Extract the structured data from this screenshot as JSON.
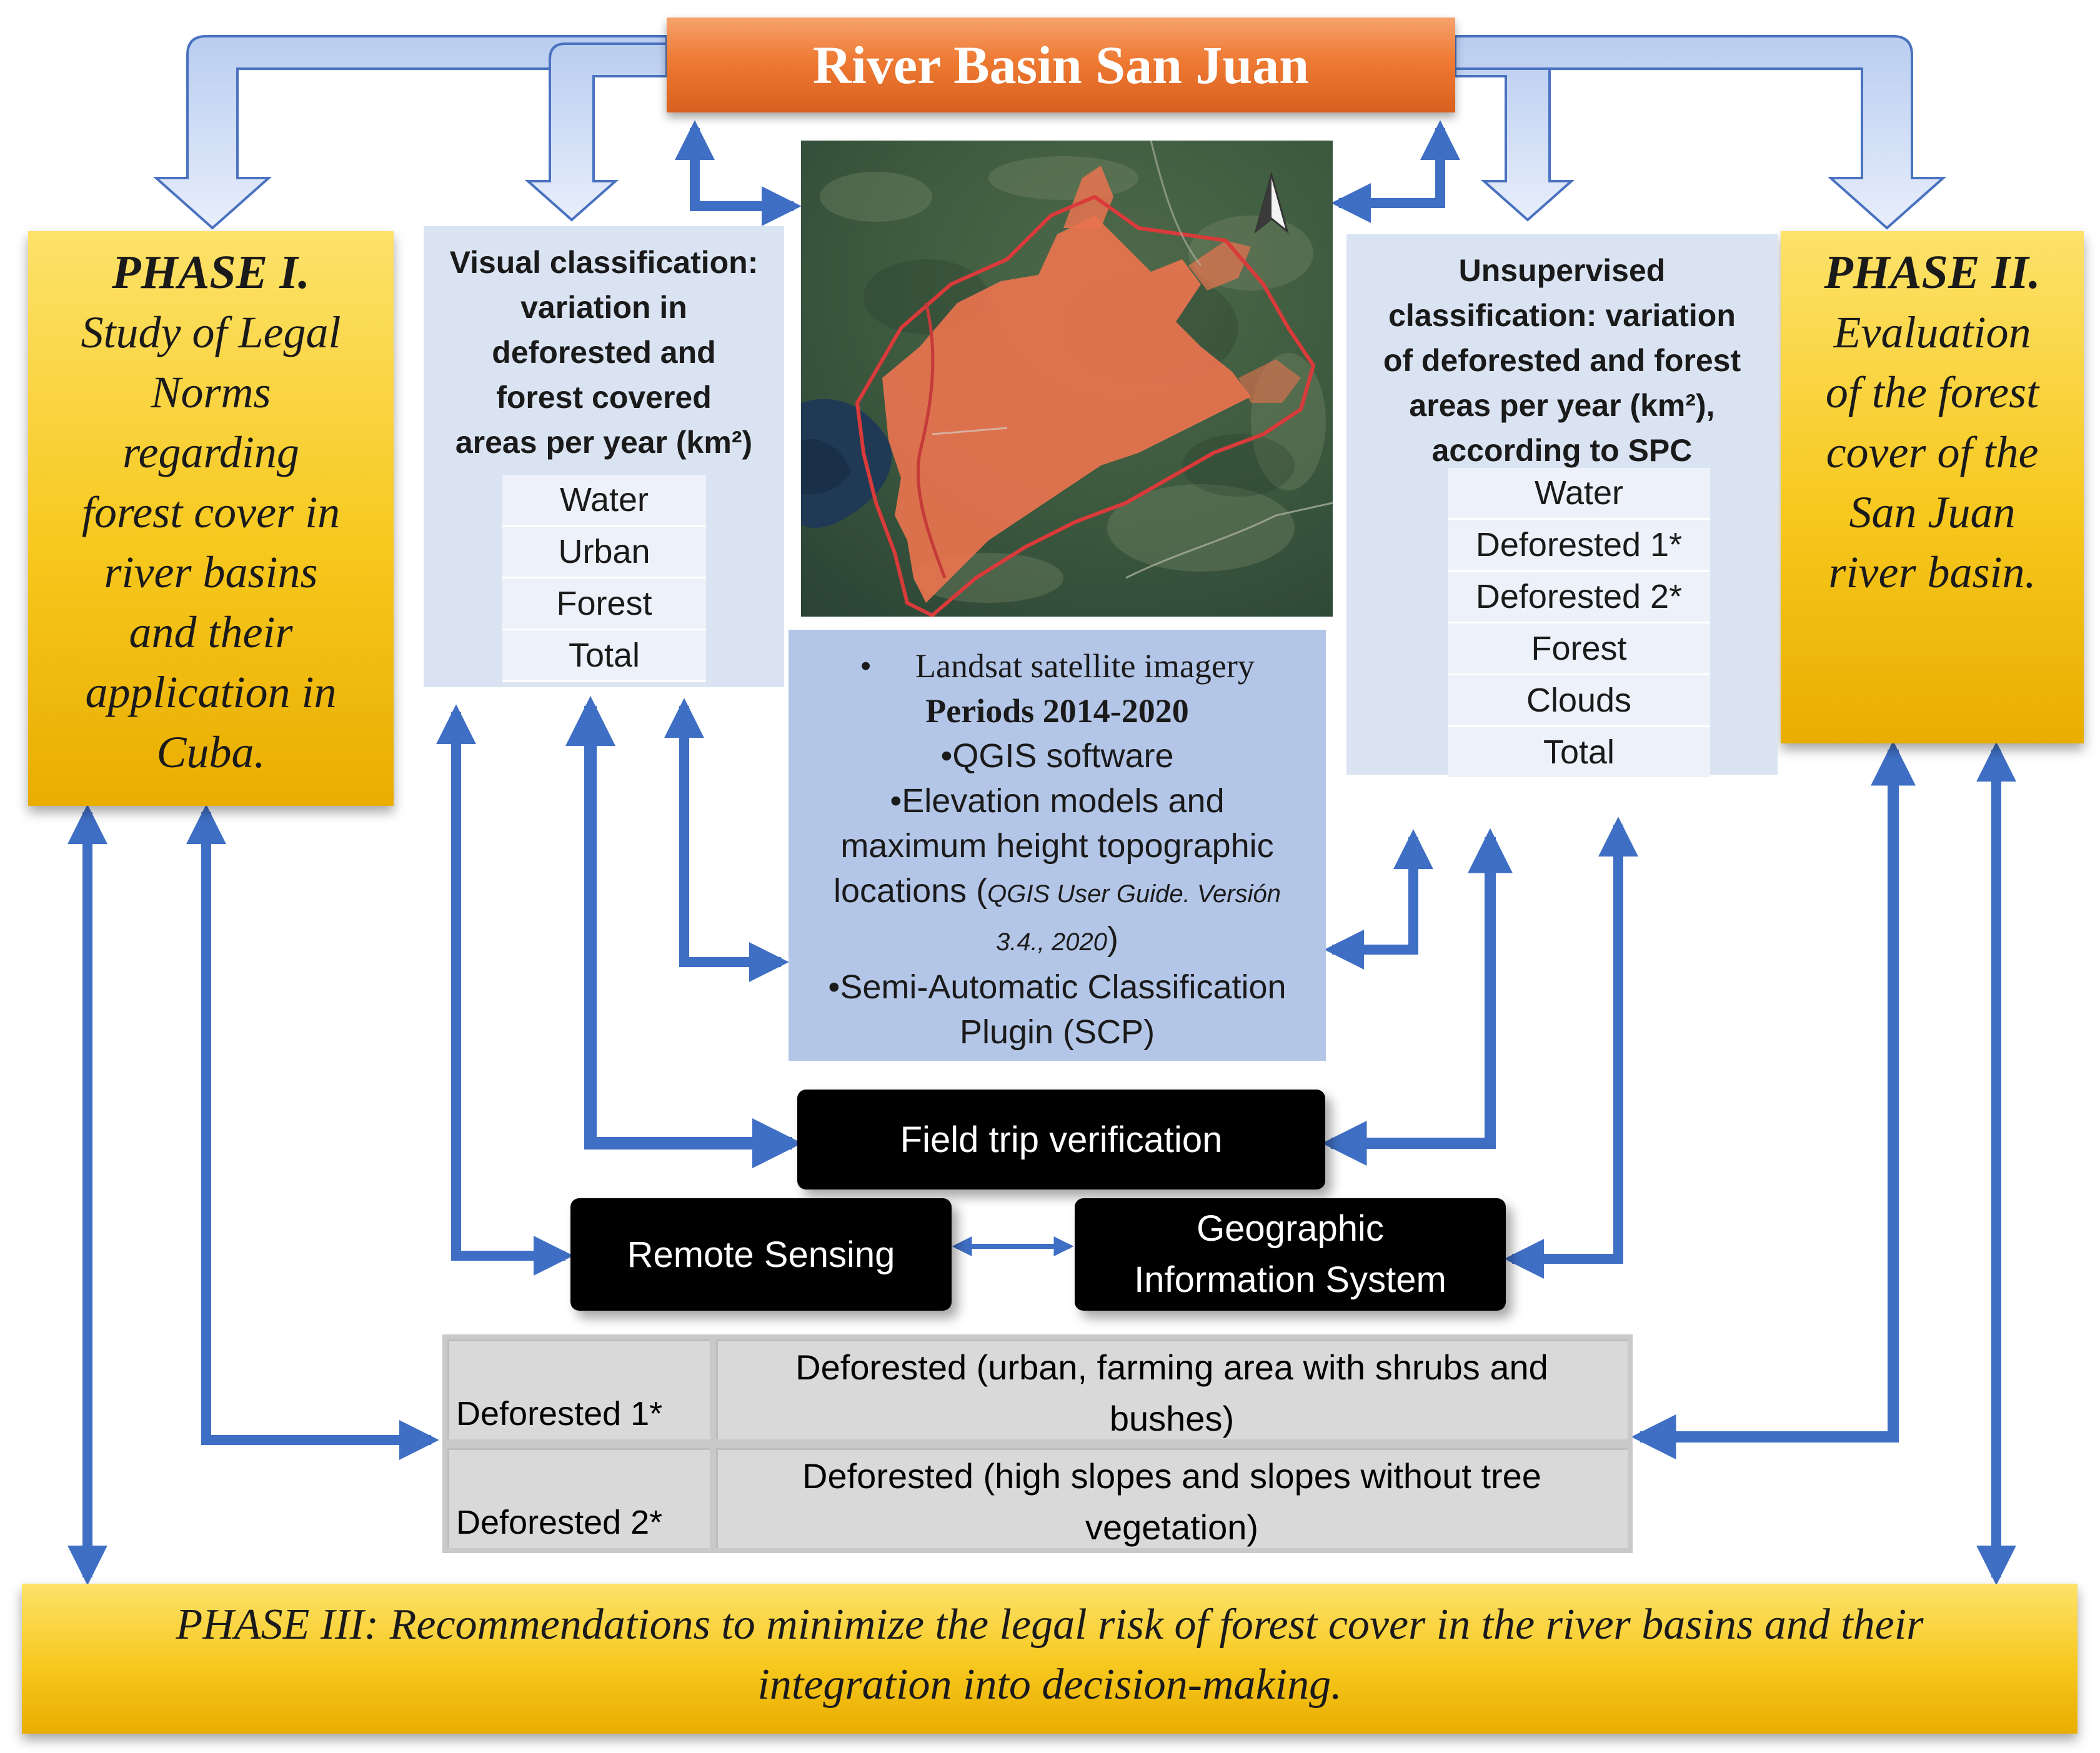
{
  "title": "River Basin San Juan",
  "phase1": {
    "title": "PHASE I.",
    "lines": [
      "Study of Legal",
      "Norms",
      "regarding",
      "forest cover in",
      "river basins",
      "and their",
      "application in",
      "Cuba."
    ]
  },
  "phase2": {
    "title": "PHASE II.",
    "lines": [
      "Evaluation",
      "of the forest",
      "cover of the",
      "San Juan",
      "river basin."
    ]
  },
  "phase3": {
    "lines": [
      "PHASE III: Recommendations to minimize the legal risk of forest cover in the river basins and their",
      "integration into decision-making."
    ]
  },
  "visual_classification": {
    "heading_lines": [
      "Visual classification:",
      "variation in",
      "deforested and",
      "forest covered",
      "areas per year (km²)"
    ],
    "categories": [
      "Water",
      "Urban",
      "Forest",
      "Total"
    ]
  },
  "unsupervised_classification": {
    "heading_lines": [
      "Unsupervised",
      "classification: variation",
      "of deforested and forest",
      "areas per year (km²),",
      "according to SPC"
    ],
    "categories": [
      "Water",
      "Deforested 1*",
      "Deforested 2*",
      "Forest",
      "Clouds",
      "Total"
    ]
  },
  "landsat": {
    "bullet": "•",
    "line1": "Landsat satellite imagery",
    "line2": "Periods 2014-2020",
    "line3": "•QGIS software",
    "line4": "•Elevation models and",
    "line5": "maximum height topographic",
    "line6a": "locations (",
    "line6b": "QGIS User Guide. Versión",
    "line7a": "3.4., 2020",
    "line7b": ")",
    "line8": "•Semi-Automatic Classification",
    "line9": "Plugin (SCP)"
  },
  "field_trip": "Field trip verification",
  "remote_sensing": "Remote Sensing",
  "gis": {
    "line1": "Geographic",
    "line2": "Information System"
  },
  "deforested_table": [
    {
      "label": "Deforested 1*",
      "desc_lines": [
        "Deforested (urban, farming area with shrubs and",
        "bushes)"
      ]
    },
    {
      "label": "Deforested 2*",
      "desc_lines": [
        "Deforested (high slopes and slopes without tree",
        "vegetation)"
      ]
    }
  ],
  "colors": {
    "title_orange": "#ee7a33",
    "phase_yellow": "#f7c81e",
    "panel_blue": "#dae3f2",
    "landsat_blue": "#b4c6e7",
    "arrow_blue": "#3f6fc4",
    "big_arrow_blue": "#9db8e8",
    "map_basin_orange": "#e9734f"
  }
}
